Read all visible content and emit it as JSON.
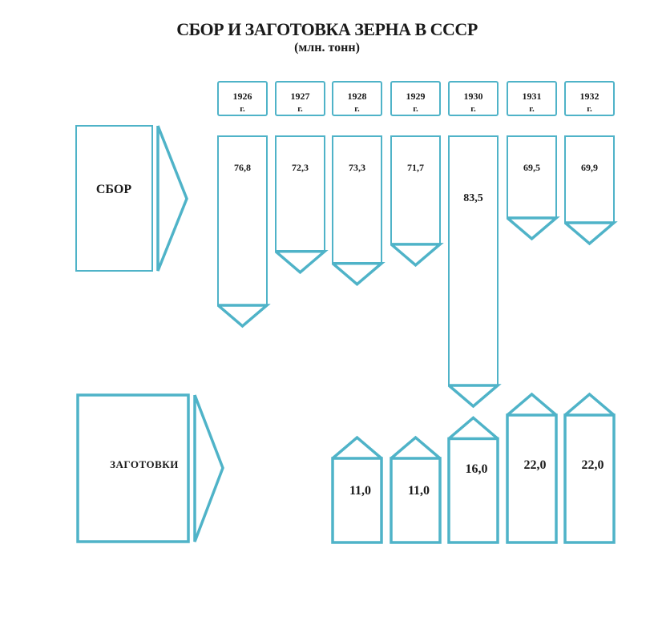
{
  "title": "СБОР И ЗАГОТОВКА ЗЕРНА В СССР",
  "subtitle": "(млн. тонн)",
  "rows": {
    "harvest_label": "СБОР",
    "procurement_label": "ЗАГОТОВКИ"
  },
  "year_suffix": "г.",
  "colors": {
    "outline": "#4fb3c8",
    "text": "#1a1a1a"
  },
  "chart_data": {
    "type": "bar",
    "title": "СБОР И ЗАГОТОВКА ЗЕРНА В СССР",
    "subtitle": "(млн. тонн)",
    "unit": "млн. тонн",
    "categories": [
      "1926",
      "1927",
      "1928",
      "1929",
      "1930",
      "1931",
      "1932"
    ],
    "category_labels": [
      "1926 г.",
      "1927 г.",
      "1928 г.",
      "1929 г.",
      "1930 г.",
      "1931 г.",
      "1932 г."
    ],
    "series": [
      {
        "name": "СБОР",
        "values": [
          76.8,
          72.3,
          73.3,
          71.7,
          83.5,
          69.5,
          69.9
        ],
        "labels": [
          "76,8",
          "72,3",
          "73,3",
          "71,7",
          "83,5",
          "69,5",
          "69,9"
        ]
      },
      {
        "name": "ЗАГОТОВКИ",
        "values": [
          null,
          null,
          11.0,
          11.0,
          16.0,
          22.0,
          22.0
        ],
        "labels": [
          "",
          "",
          "11,0",
          "11,0",
          "16,0",
          "22,0",
          "22,0"
        ]
      }
    ]
  }
}
